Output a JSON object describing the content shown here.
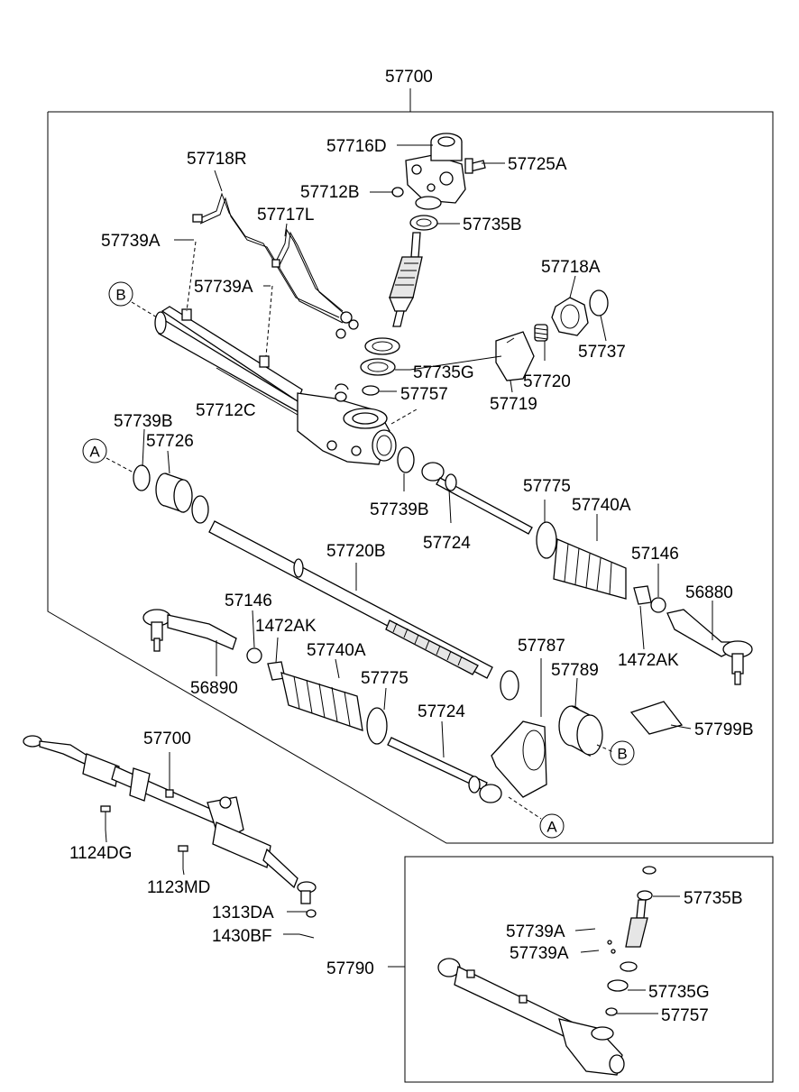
{
  "labels": {
    "l57700_top": "57700",
    "l57716D": "57716D",
    "l57725A": "57725A",
    "l57718R": "57718R",
    "l57712B": "57712B",
    "l57717L": "57717L",
    "l57735B_a": "57735B",
    "l57739A_a": "57739A",
    "l57739A_b": "57739A",
    "l57718A": "57718A",
    "l57737": "57737",
    "l57735G_a": "57735G",
    "l57720": "57720",
    "l57757_a": "57757",
    "l57719": "57719",
    "l57712C": "57712C",
    "l57739B_a": "57739B",
    "l57726": "57726",
    "l57739B_b": "57739B",
    "l57775_a": "57775",
    "l57740A_a": "57740A",
    "l57724_a": "57724",
    "l57146_a": "57146",
    "l56880": "56880",
    "l57720B": "57720B",
    "l57146_b": "57146",
    "l1472AK_a": "1472AK",
    "l57740A_b": "57740A",
    "l1472AK_b": "1472AK",
    "l56890": "56890",
    "l57787": "57787",
    "l57789": "57789",
    "l57775_b": "57775",
    "l57724_b": "57724",
    "l57799B": "57799B",
    "l57700_mid": "57700",
    "l1124DG": "1124DG",
    "l1123MD": "1123MD",
    "l1313DA": "1313DA",
    "l1430BF": "1430BF",
    "l57790": "57790",
    "l57735B_b": "57735B",
    "l57739A_c": "57739A",
    "l57739A_d": "57739A",
    "l57735G_b": "57735G",
    "l57757_b": "57757"
  },
  "callouts": {
    "B1": "B",
    "A1": "A",
    "B2": "B",
    "A2": "A"
  }
}
